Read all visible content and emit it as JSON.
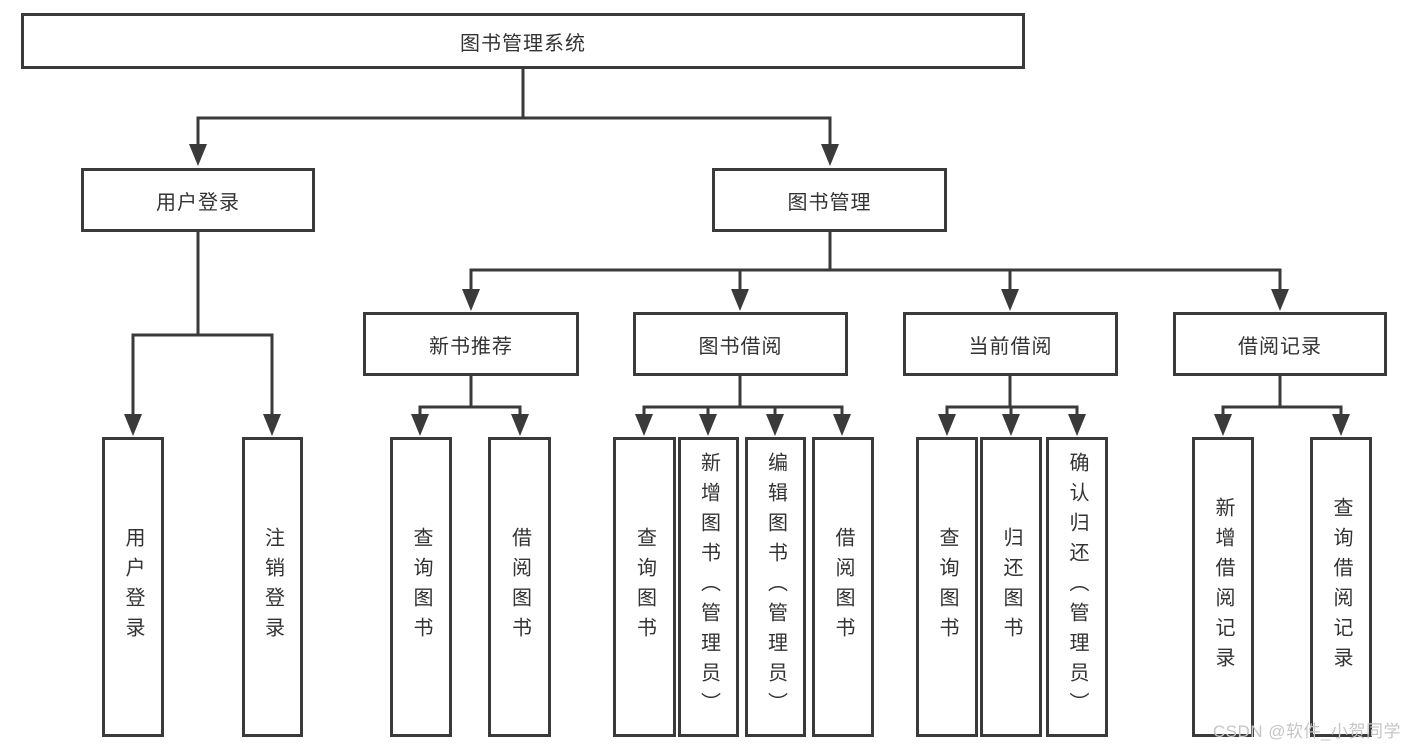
{
  "diagram_title": "图书管理系统",
  "colors": {
    "line": "#3a3a3a",
    "text": "#333333",
    "background": "#ffffff",
    "watermark": "#c6c6c6"
  },
  "watermark": {
    "text": "CSDN @软件_小贺同学"
  },
  "tree": {
    "root": {
      "label": "图书管理系统",
      "children": [
        {
          "label": "用户登录",
          "children": [
            {
              "label": "用户登录"
            },
            {
              "label": "注销登录"
            }
          ]
        },
        {
          "label": "图书管理",
          "children": [
            {
              "label": "新书推荐",
              "children": [
                {
                  "label": "查询图书"
                },
                {
                  "label": "借阅图书"
                }
              ]
            },
            {
              "label": "图书借阅",
              "children": [
                {
                  "label": "查询图书"
                },
                {
                  "label": "新增图书（管理员）"
                },
                {
                  "label": "编辑图书（管理员）"
                },
                {
                  "label": "借阅图书"
                }
              ]
            },
            {
              "label": "当前借阅",
              "children": [
                {
                  "label": "查询图书"
                },
                {
                  "label": "归还图书"
                },
                {
                  "label": "确认归还（管理员）"
                }
              ]
            },
            {
              "label": "借阅记录",
              "children": [
                {
                  "label": "新增借阅记录"
                },
                {
                  "label": "查询借阅记录"
                }
              ]
            }
          ]
        }
      ]
    }
  }
}
